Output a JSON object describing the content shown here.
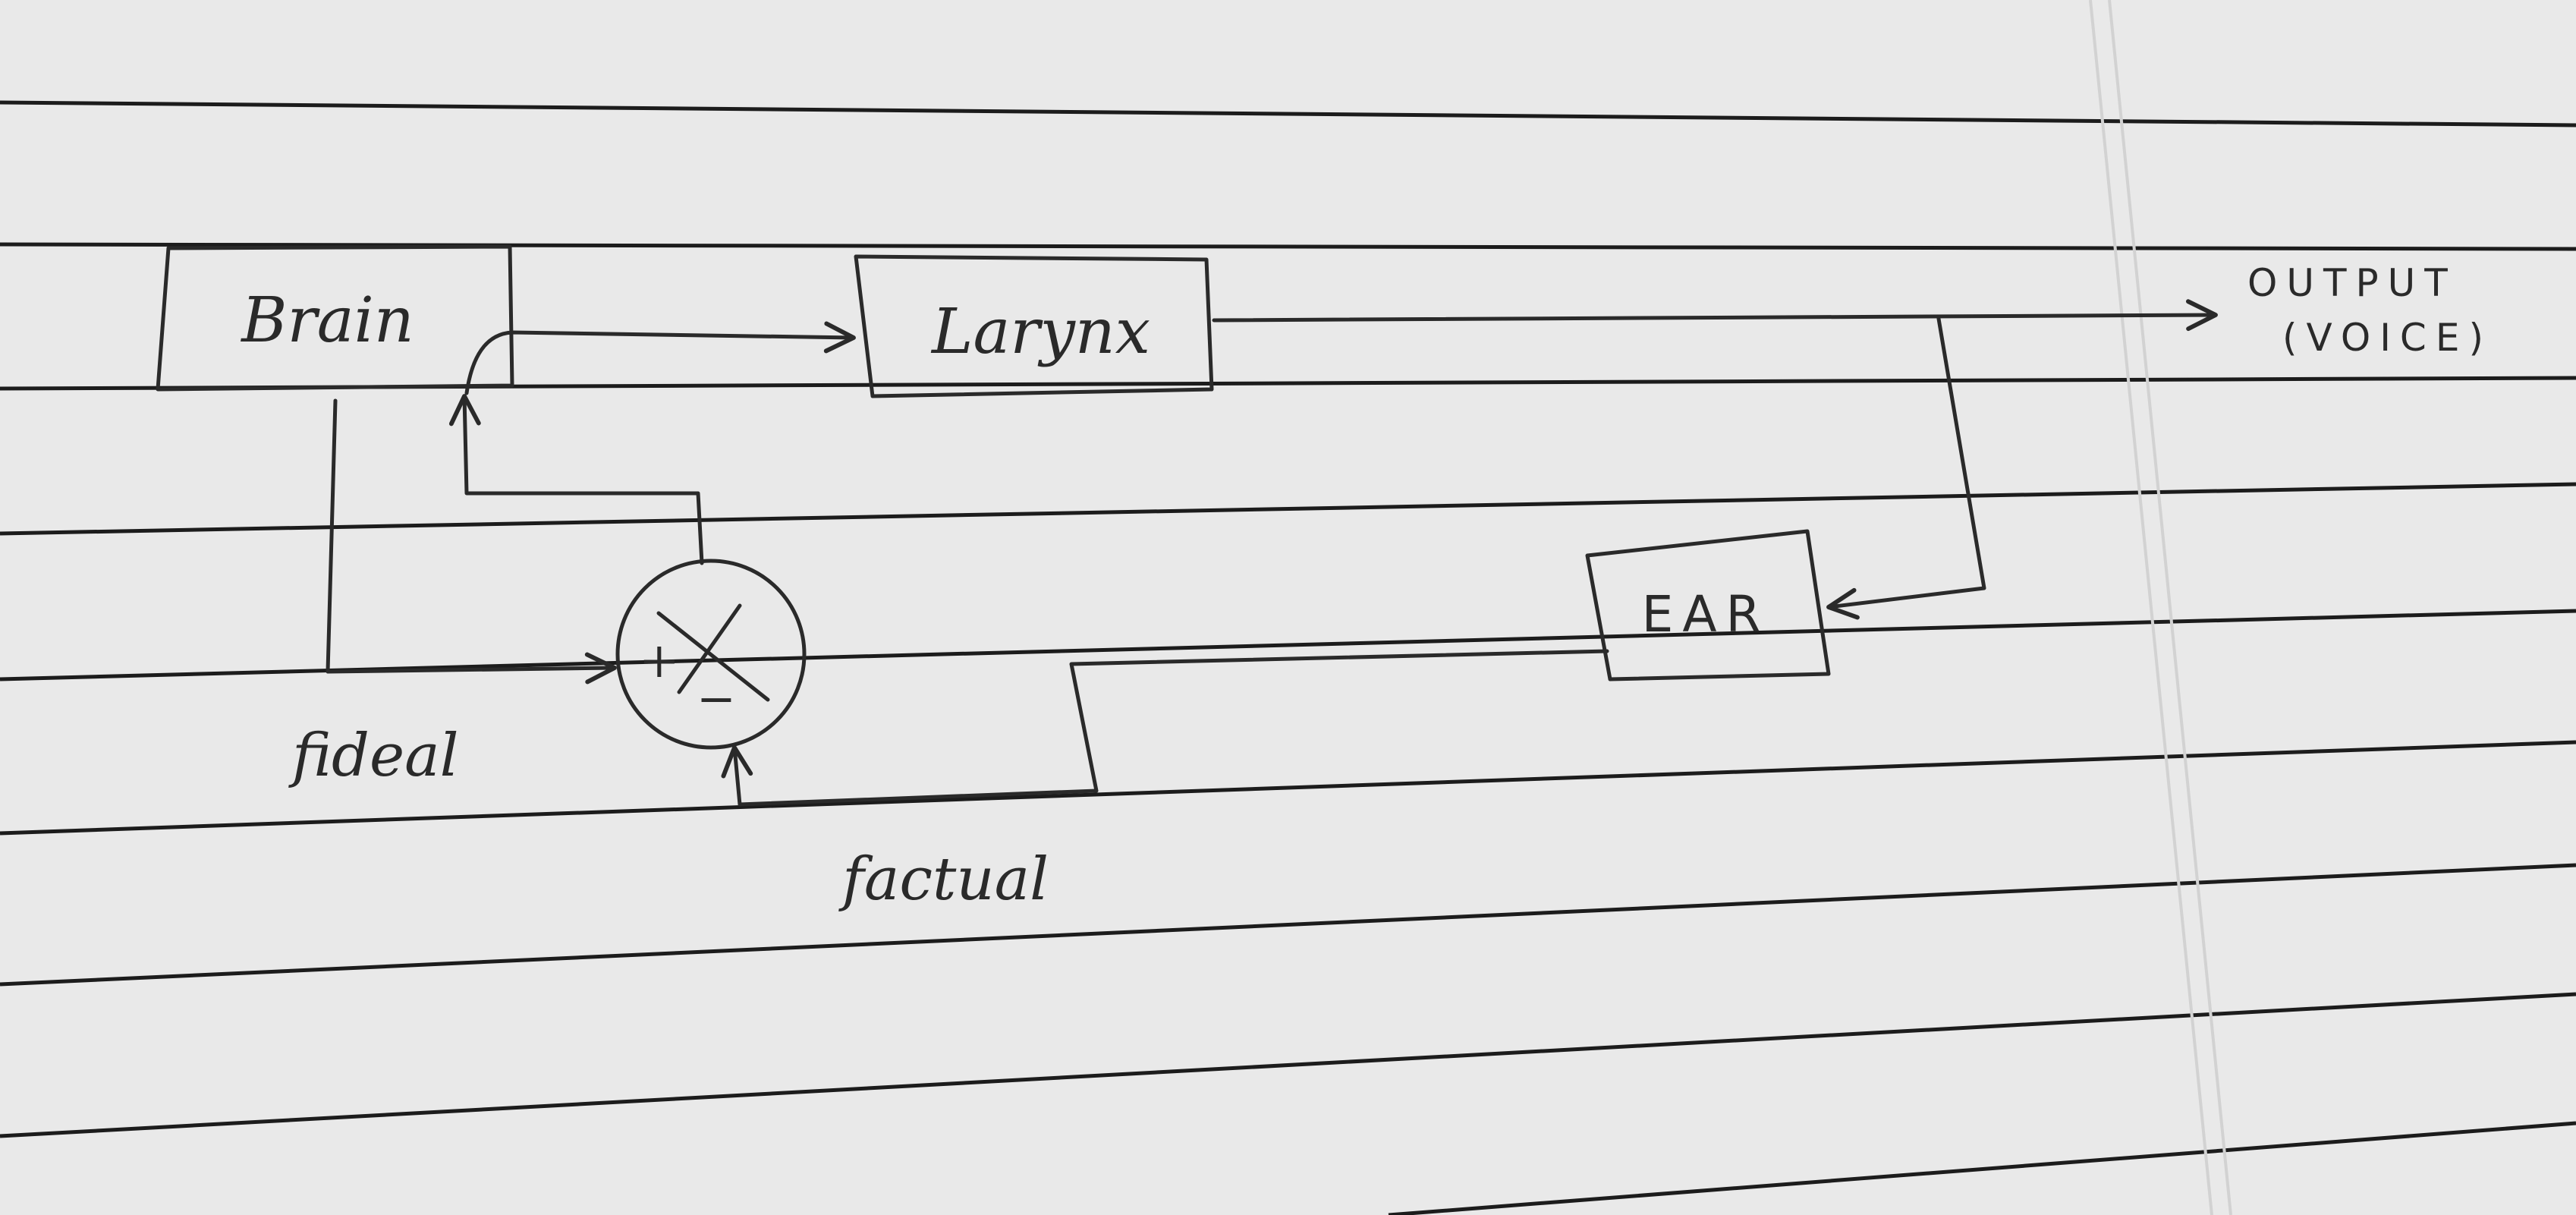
{
  "diagram": {
    "blocks": {
      "brain": "Brain",
      "larynx": "Larynx",
      "ear": "EAR"
    },
    "output": {
      "line1": "OUTPUT",
      "line2": "(VOICE)"
    },
    "signals": {
      "ideal": "fideal",
      "actual": "factual"
    },
    "summing_junction": {
      "plus": "+",
      "minus": "−",
      "cross": "X"
    }
  },
  "colors": {
    "paper": "#e9e9e9",
    "ink": "#2a2a2a",
    "ruled_line": "#1c1c1c",
    "margin_line": "#d2d2d2"
  }
}
